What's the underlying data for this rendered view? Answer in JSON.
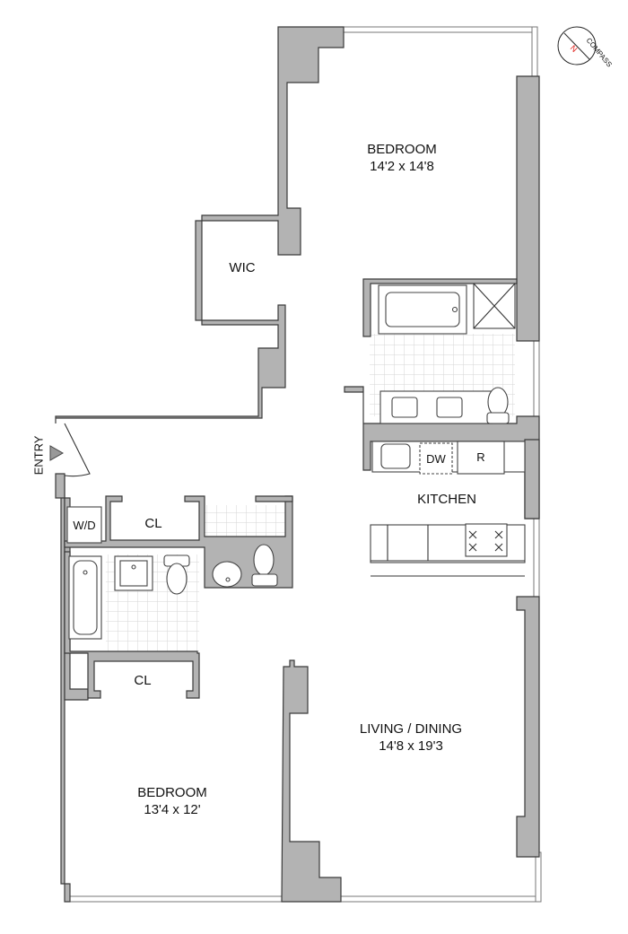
{
  "rooms": {
    "bedroom_master": {
      "name": "BEDROOM",
      "size": "14'2 x 14'8"
    },
    "wic": {
      "name": "WIC"
    },
    "kitchen": {
      "name": "KITCHEN"
    },
    "living": {
      "name": "LIVING / DINING",
      "size": "14'8 x 19'3"
    },
    "bedroom_second": {
      "name": "BEDROOM",
      "size": "13'4 x 12'"
    },
    "closet_1": {
      "name": "CL"
    },
    "closet_2": {
      "name": "CL"
    }
  },
  "appliances": {
    "wd": "W/D",
    "dw": "DW",
    "r": "R"
  },
  "entry": {
    "label": "ENTRY"
  },
  "compass": {
    "north": "N",
    "label": "COMPASS",
    "north_color": "#e0201b"
  },
  "colors": {
    "wall": "#b3b3b3",
    "outline": "#3a3a3a",
    "tile": "#dcdcdc"
  }
}
